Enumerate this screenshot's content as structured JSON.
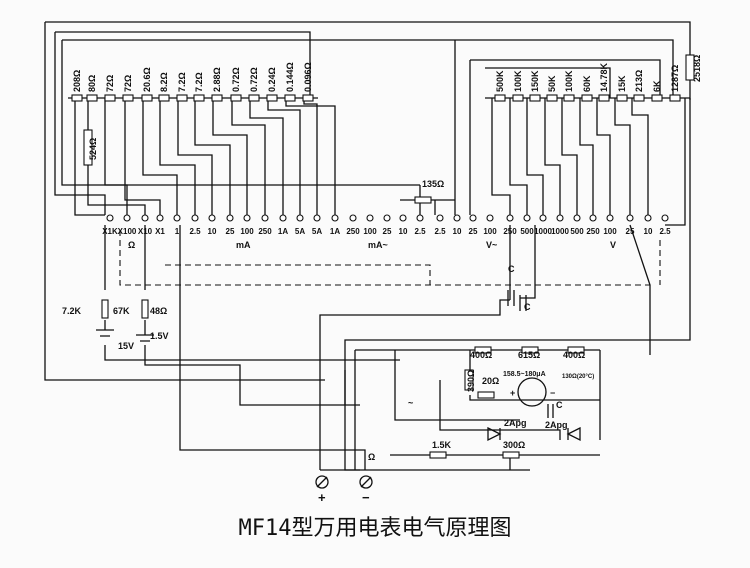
{
  "title": "MF14型万用电表电气原理图",
  "shunt_resistors": [
    "208Ω",
    "80Ω",
    "72Ω",
    "72Ω",
    "20.6Ω",
    "8.2Ω",
    "7.2Ω",
    "7.2Ω",
    "2.88Ω",
    "0.72Ω",
    "0.72Ω",
    "0.24Ω",
    "0.144Ω",
    "0.096Ω"
  ],
  "multiplier_resistors": [
    "500K",
    "100K",
    "150K",
    "50K",
    "100K",
    "60K",
    "14.78K",
    "15K",
    "213Ω",
    "6K",
    "1287Ω"
  ],
  "extra_resistors": {
    "r2518": "2518Ω",
    "r524": "524Ω",
    "r135": "135Ω"
  },
  "terminals_left": [
    "X1K",
    "X100",
    "X10",
    "X1",
    "1",
    "2.5",
    "10",
    "25",
    "100",
    "250",
    "1A",
    "5A",
    "5A",
    "1A",
    "250",
    "100",
    "25",
    "10",
    "2.5"
  ],
  "terminals_right": [
    "2.5",
    "10",
    "25",
    "100",
    "250",
    "500",
    "1000",
    "1000",
    "500",
    "250",
    "100",
    "25",
    "10",
    "2.5"
  ],
  "range_groups": {
    "ohm": "Ω",
    "dc_ma": "mA",
    "ac_ma": "mA~",
    "ac_v": "V~",
    "dc_v": "V"
  },
  "ohm_section": {
    "r1": "7.2K",
    "r2": "67K",
    "r3": "48Ω",
    "bat1": "15V",
    "bat2": "1.5V"
  },
  "capacitors": {
    "c1": "C",
    "c2": "C",
    "c3": "C"
  },
  "meter_section": {
    "r400a": "400Ω",
    "r615": "615Ω",
    "r400b": "400Ω",
    "r390": "390Ω",
    "r20": "20Ω",
    "meter": "158.5~180μA",
    "meter_r": "130Ω(20°C)",
    "diode1": "2Apg",
    "diode2": "2Apg",
    "r15k": "1.5K",
    "r300": "300Ω",
    "ohm_mark": "Ω",
    "ac_mark": "~",
    "plus": "+",
    "minus": "−"
  },
  "probe_terminals": {
    "pos": "+",
    "neg": "−"
  }
}
